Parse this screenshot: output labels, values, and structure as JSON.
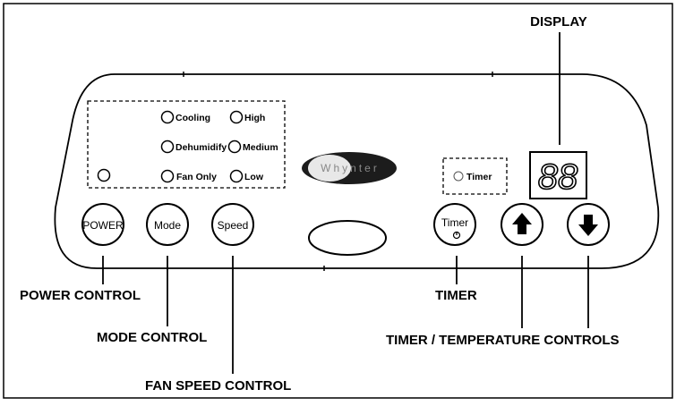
{
  "display": {
    "callout": "DISPLAY",
    "readout": "88"
  },
  "brand": {
    "logo": "Whynter"
  },
  "indicators": {
    "cooling": "Cooling",
    "high": "High",
    "dehumidify": "Dehumidify",
    "medium": "Medium",
    "fan_only": "Fan Only",
    "low": "Low",
    "timer": "Timer"
  },
  "buttons": {
    "power": "POWER",
    "mode": "Mode",
    "speed": "Speed",
    "timer": "Timer",
    "up_icon": "arrow-up-icon",
    "down_icon": "arrow-down-icon"
  },
  "callouts": {
    "power_control": "POWER CONTROL",
    "mode_control": "MODE CONTROL",
    "fan_speed_control": "FAN SPEED CONTROL",
    "timer": "TIMER",
    "timer_temperature_controls": "TIMER / TEMPERATURE CONTROLS"
  }
}
